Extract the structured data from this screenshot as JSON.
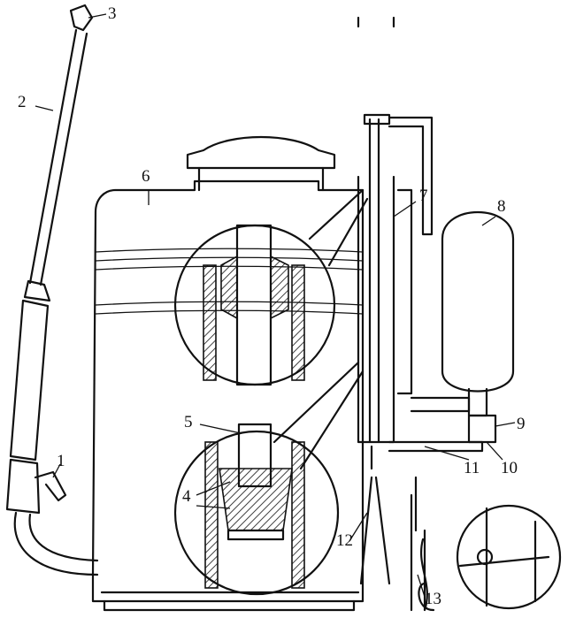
{
  "title": "Backpack sprayer structure diagram",
  "labels": [
    {
      "id": "1",
      "text": "1"
    },
    {
      "id": "2",
      "text": "2"
    },
    {
      "id": "3",
      "text": "3"
    },
    {
      "id": "4",
      "text": "4"
    },
    {
      "id": "5",
      "text": "5"
    },
    {
      "id": "6",
      "text": "6"
    },
    {
      "id": "7",
      "text": "7"
    },
    {
      "id": "8",
      "text": "8"
    },
    {
      "id": "9",
      "text": "9"
    },
    {
      "id": "10",
      "text": "10"
    },
    {
      "id": "11",
      "text": "11"
    },
    {
      "id": "12",
      "text": "12"
    },
    {
      "id": "13",
      "text": "13"
    }
  ]
}
